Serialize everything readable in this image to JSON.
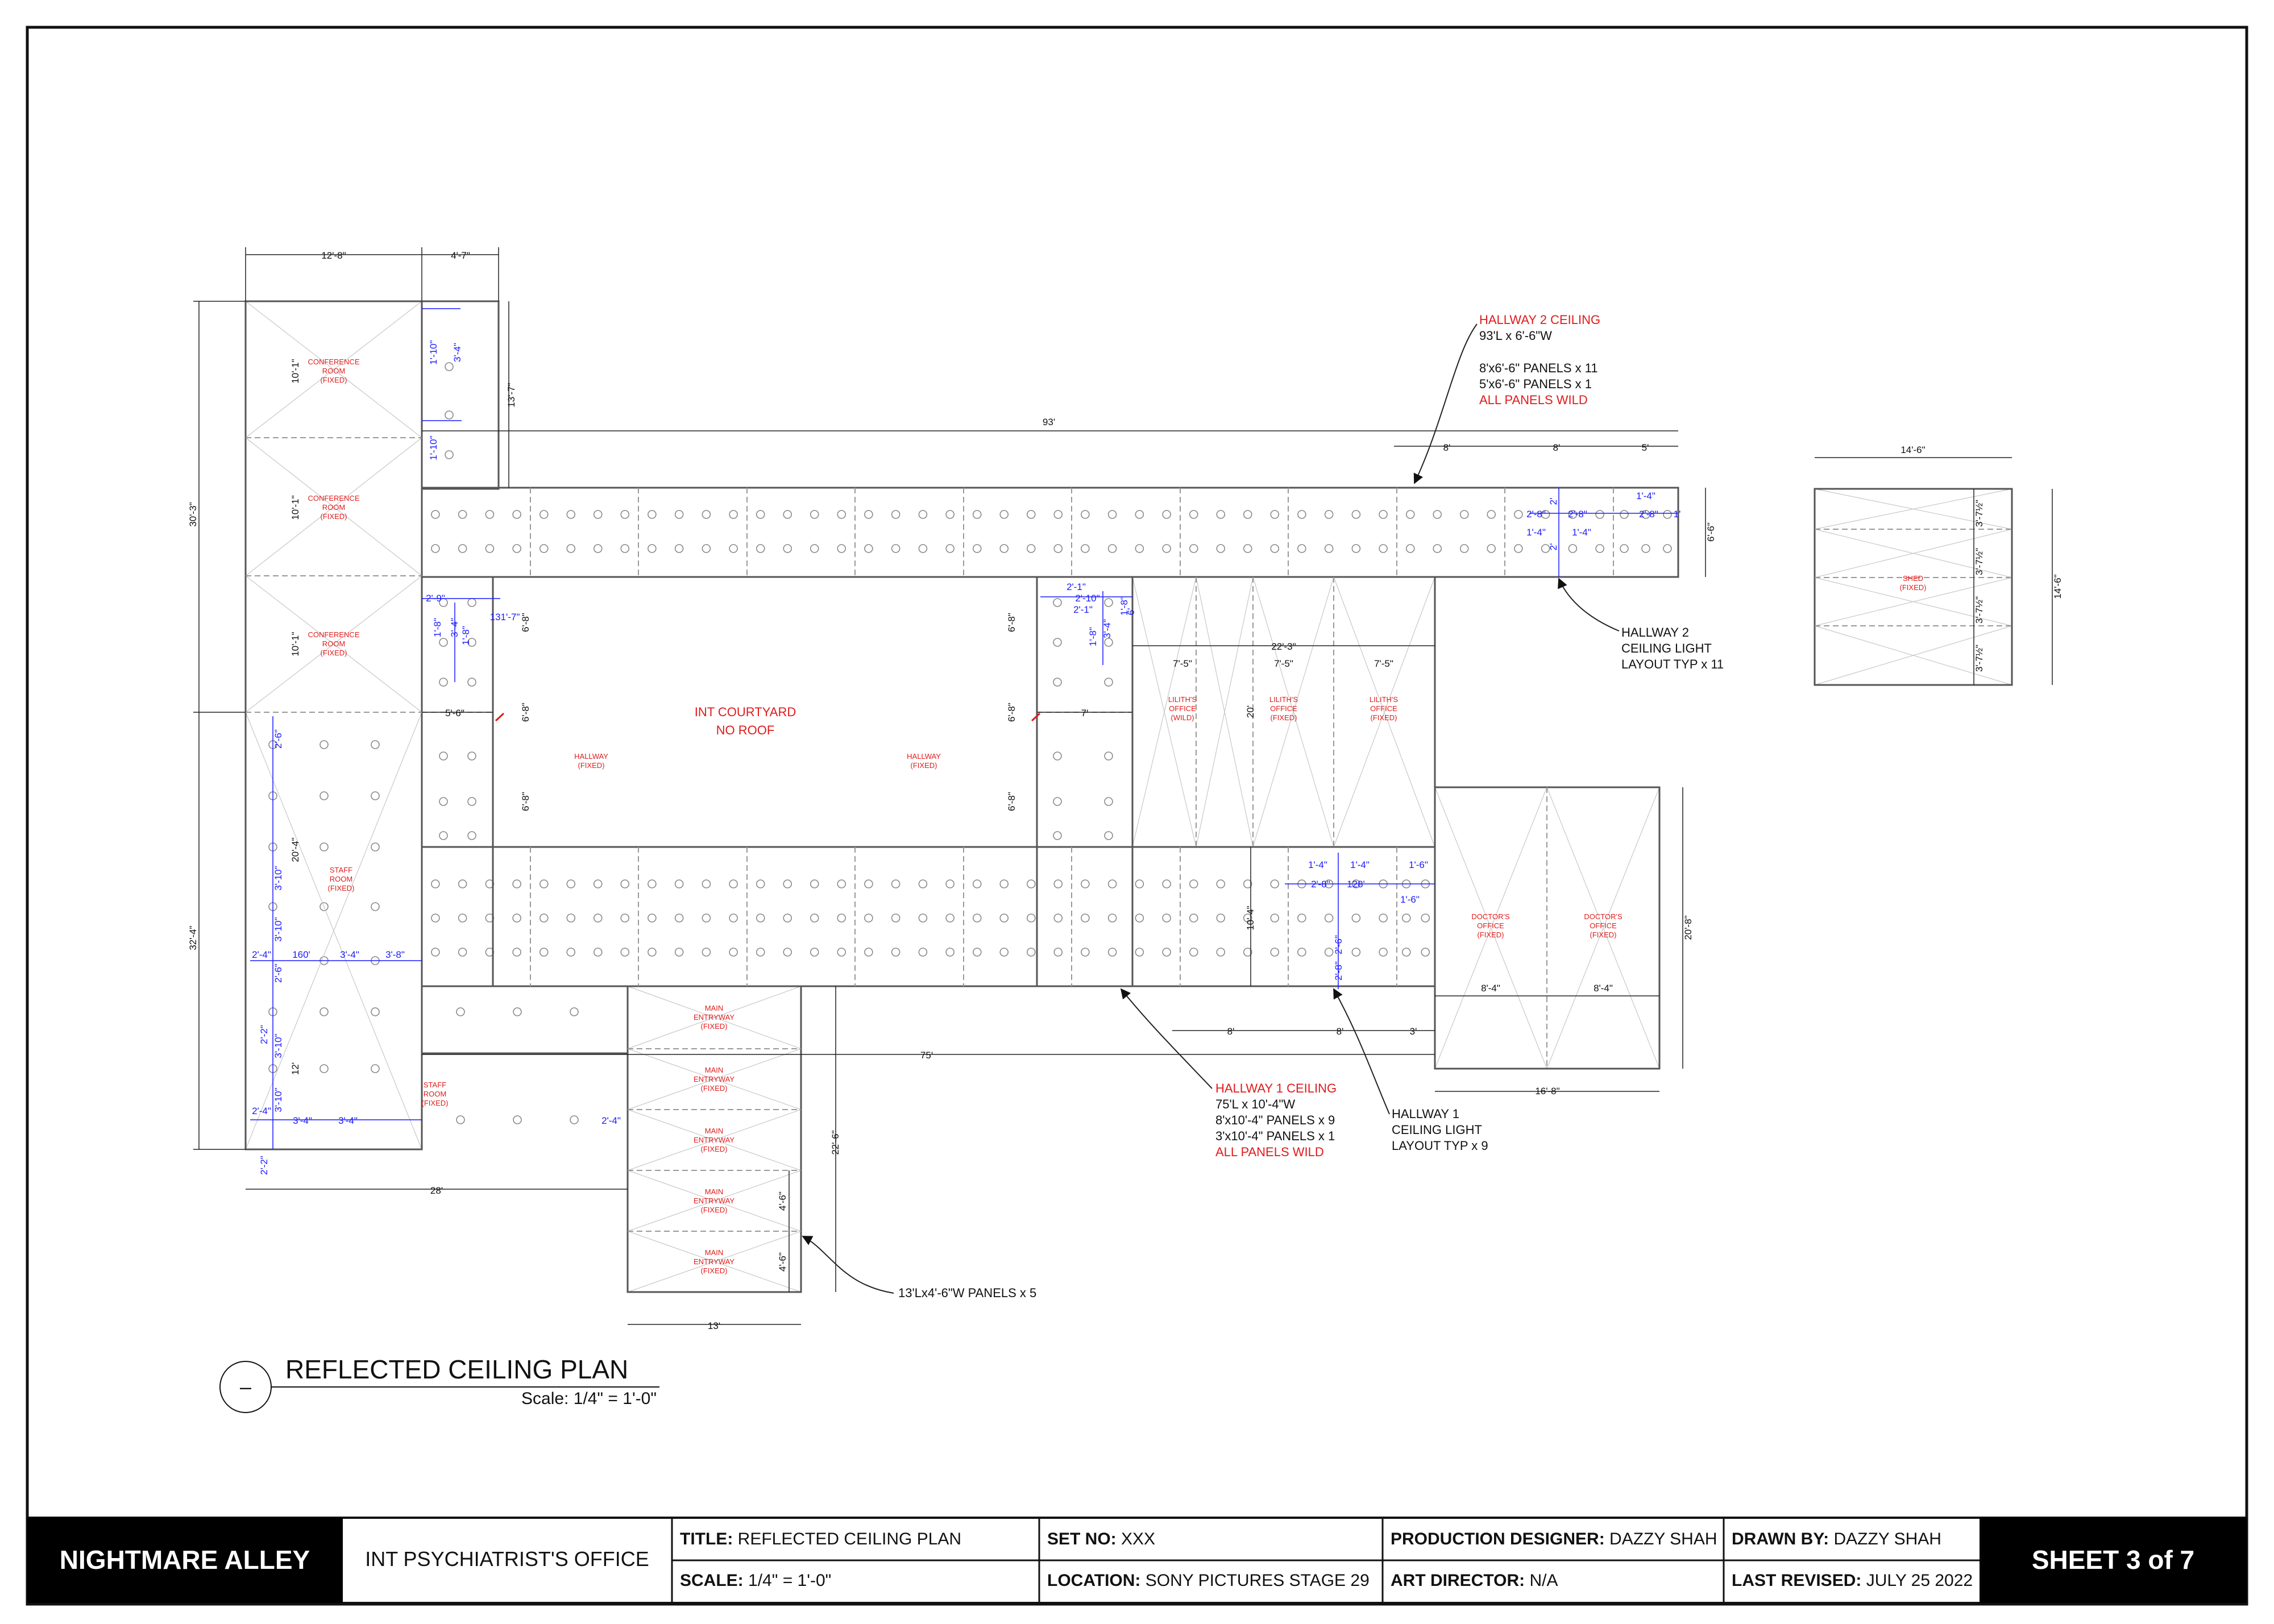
{
  "plan": {
    "title": "REFLECTED CEILING PLAN",
    "scale": "Scale: 1/4\" = 1'-0\"",
    "marker": "–"
  },
  "dims": {
    "d12_8": "12'-8\"",
    "d4_7": "4'-7\"",
    "d30_3": "30'-3\"",
    "d32_4": "32'-4\"",
    "d13_7": "13'-7\"",
    "d93": "93'",
    "d8a": "8'",
    "d8b": "8'",
    "d5": "5'",
    "d6_6": "6'-6\"",
    "d5_6": "5'-6\"",
    "d7": "7'",
    "d22_3": "22'-3\"",
    "d7_5": "7'-5\"",
    "d20": "20'",
    "d10_4": "10'-4\"",
    "d20_8": "20'-8\"",
    "d8_4": "8'-4\"",
    "d16_8": "16'-8\"",
    "d3": "3'",
    "d75": "75'",
    "d28": "28'",
    "d22_6": "22'-6\"",
    "d13": "13'",
    "d4_6": "4'-6\"",
    "d12": "12'",
    "d20_4": "20'-4\"",
    "d10_1": "10'-1\"",
    "d6_8": "6'-8\"",
    "d14_6": "14'-6\"",
    "d3_7h": "3'-7½\""
  },
  "bdims": {
    "b1_10": "1'-10\"",
    "b3_4": "3'-4\"",
    "b2_9": "2'-9\"",
    "b131_7": "131'-7\"",
    "b1_8": "1'-8\"",
    "b2_1": "2'-1\"",
    "b2_10": "2'-10\"",
    "b2_8": "2'-8\"",
    "b1_4": "1'-4\"",
    "b2": "2'",
    "b1": "1'",
    "b128": "128'",
    "b1_6": "1'-6\"",
    "b2_6": "2'-6\"",
    "b3_10": "3'-10\"",
    "b2_4": "2'-4\"",
    "b160": "160'",
    "b3_8": "3'-8\"",
    "b2_2": "2'-2\"",
    "b6": "6'"
  },
  "rooms": {
    "conference1": "CONFERENCE ROOM (FIXED)",
    "conference2": "CONFERENCE ROOM (FIXED)",
    "conference3": "CONFERENCE ROOM (FIXED)",
    "staff1": "STAFF ROOM (FIXED)",
    "staff2": "STAFF ROOM (FIXED)",
    "hallway_left": "HALLWAY (FIXED)",
    "hallway_right": "HALLWAY (FIXED)",
    "courtyard_line1": "INT COURTYARD",
    "courtyard_line2": "NO ROOF",
    "lilith1": "LILITH'S OFFICE (WILD)",
    "lilith2": "LILITH'S OFFICE (FIXED)",
    "lilith3": "LILITH'S OFFICE (FIXED)",
    "doctor1": "DOCTOR'S OFFICE (FIXED)",
    "doctor2": "DOCTOR'S OFFICE (FIXED)",
    "entry1": "MAIN ENTRYWAY (FIXED)",
    "entry2": "MAIN ENTRYWAY (FIXED)",
    "entry3": "MAIN ENTRYWAY (FIXED)",
    "entry4": "MAIN ENTRYWAY (FIXED)",
    "entry5": "MAIN ENTRYWAY (FIXED)",
    "shed": "SHED (FIXED)"
  },
  "notes": {
    "h2_title": "HALLWAY 2 CEILING",
    "h2_l1": "93'L x 6'-6\"W",
    "h2_l2": "8'x6'-6\" PANELS x 11",
    "h2_l3": "5'x6'-6\" PANELS x 1",
    "h2_wild": "ALL PANELS WILD",
    "h2_light_l1": "HALLWAY 2",
    "h2_light_l2": "CEILING LIGHT",
    "h2_light_l3": "LAYOUT TYP x 11",
    "h1_title": "HALLWAY 1 CEILING",
    "h1_l1": "75'L x 10'-4\"W",
    "h1_l2": "8'x10'-4\" PANELS x 9",
    "h1_l3": "3'x10'-4\" PANELS x 1",
    "h1_wild": "ALL PANELS WILD",
    "h1_light_l1": "HALLWAY 1",
    "h1_light_l2": "CEILING LIGHT",
    "h1_light_l3": "LAYOUT TYP x 9",
    "entry_panels": "13'Lx4'-6\"W PANELS x 5"
  },
  "titleblock": {
    "production": "NIGHTMARE ALLEY",
    "set_name": "INT PSYCHIATRIST'S OFFICE",
    "title_label": "TITLE:",
    "title_value": "REFLECTED CEILING PLAN",
    "scale_label": "SCALE:",
    "scale_value": "1/4\" = 1'-0\"",
    "setno_label": "SET NO:",
    "setno_value": "XXX",
    "location_label": "LOCATION:",
    "location_value": "SONY PICTURES STAGE 29",
    "pd_label": "PRODUCTION DESIGNER:",
    "pd_value": "DAZZY SHAH",
    "ad_label": "ART DIRECTOR:",
    "ad_value": "N/A",
    "drawn_label": "DRAWN BY:",
    "drawn_value": "DAZZY SHAH",
    "revised_label": "LAST REVISED:",
    "revised_value": "JULY 25 2022",
    "sheet": "SHEET 3 of 7"
  },
  "colors": {
    "ink": "#111111",
    "dim_blue": "#1a1aff",
    "room_red": "#e01b1b",
    "panel_line": "#9a9a9a",
    "fixture": "#8a8a8a"
  }
}
